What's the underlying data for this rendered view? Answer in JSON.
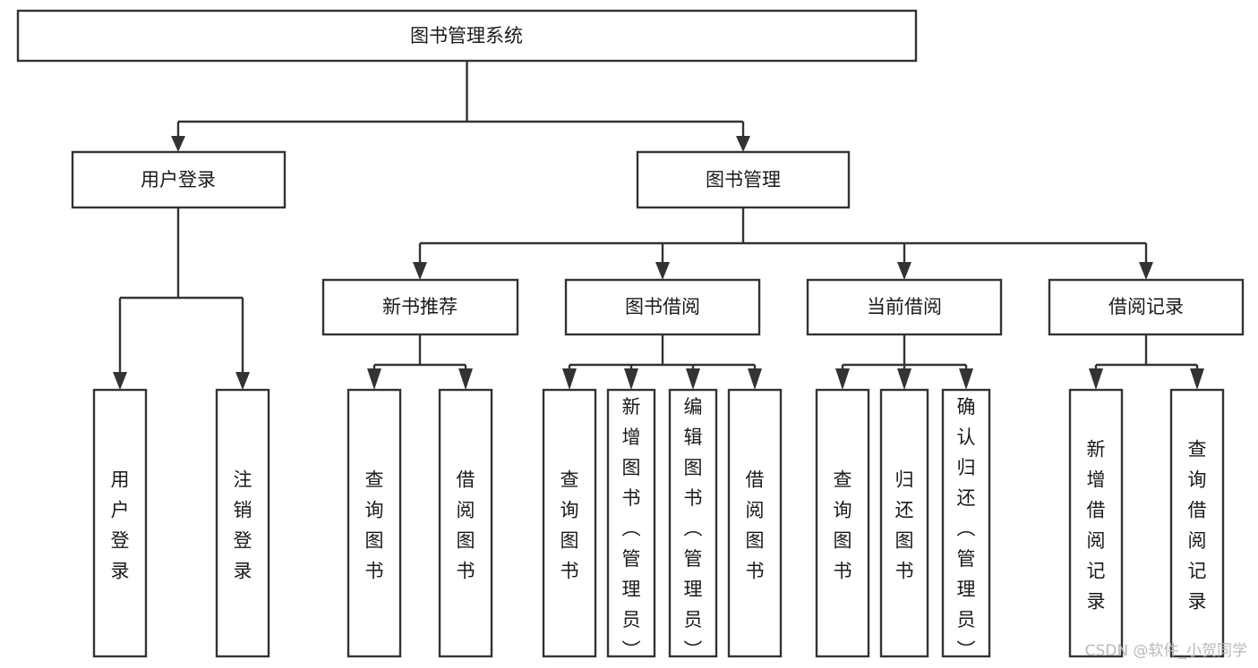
{
  "diagram": {
    "title": "图书管理系统",
    "type": "tree-hierarchy-diagram",
    "root": {
      "label": "图书管理系统"
    },
    "level2": [
      {
        "label": "用户登录"
      },
      {
        "label": "图书管理"
      }
    ],
    "level3": [
      {
        "label": "新书推荐"
      },
      {
        "label": "图书借阅"
      },
      {
        "label": "当前借阅"
      },
      {
        "label": "借阅记录"
      }
    ],
    "leaves": [
      {
        "label": "用户登录",
        "parent": "用户登录"
      },
      {
        "label": "注销登录",
        "parent": "用户登录"
      },
      {
        "label": "查询图书",
        "parent": "新书推荐"
      },
      {
        "label": "借阅图书",
        "parent": "新书推荐"
      },
      {
        "label": "查询图书",
        "parent": "图书借阅"
      },
      {
        "label": "新增图书（管理员）",
        "parent": "图书借阅"
      },
      {
        "label": "编辑图书（管理员）",
        "parent": "图书借阅"
      },
      {
        "label": "借阅图书",
        "parent": "图书借阅"
      },
      {
        "label": "查询图书",
        "parent": "当前借阅"
      },
      {
        "label": "归还图书",
        "parent": "当前借阅"
      },
      {
        "label": "确认归还（管理员）",
        "parent": "当前借阅"
      },
      {
        "label": "新增借阅记录",
        "parent": "借阅记录"
      },
      {
        "label": "查询借阅记录",
        "parent": "借阅记录"
      }
    ]
  },
  "watermark": {
    "text": "CSDN @软件_小贺同学"
  },
  "colors": {
    "stroke": "#333333",
    "box_fill": "#ffffff",
    "text": "#1a1a1a",
    "watermark": "#b9b9b9",
    "background": "#ffffff"
  }
}
